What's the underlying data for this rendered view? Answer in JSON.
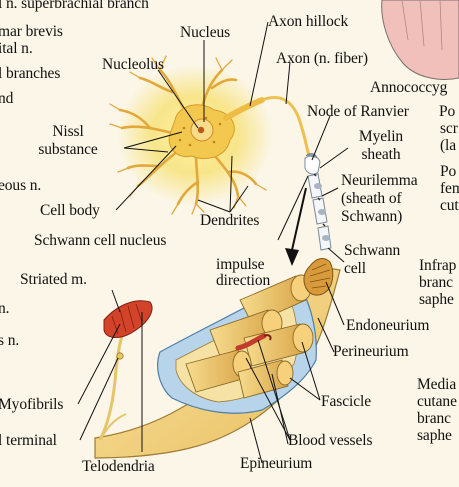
{
  "labels": {
    "superbrachial": "l n. superbrachial branch",
    "abductor_1": "mar brevis",
    "abductor_2": "ital n.",
    "branches": "l branches",
    "and_text": "nd",
    "nucleus": "Nucleus",
    "axon_hillock": "Axon hillock",
    "nucleolus": "Nucleolus",
    "axon": "Axon (n. fiber)",
    "annococcygeal": "Annococcyg",
    "node_ranvier": "Node of Ranvier",
    "posterior_scrotal_1": "Po",
    "posterior_scrotal_2": "scr",
    "posterior_scrotal_3": "(la",
    "nissl_1": "Nissl",
    "nissl_2": "substance",
    "myelin_1": "Myelin",
    "myelin_2": "sheath",
    "posterior_femoral_1": "Po",
    "posterior_femoral_2": "fem",
    "posterior_femoral_3": "cut",
    "neurilemma_1": "Neurilemma",
    "neurilemma_2": "(sheath of",
    "neurilemma_3": "Schwann)",
    "cutaneous": "eous n.",
    "cell_body": "Cell body",
    "dendrites": "Dendrites",
    "schwann_nucleus": "Schwann cell nucleus",
    "schwann_cell_1": "Schwann",
    "schwann_cell_2": "cell",
    "impulse_1": "impulse",
    "impulse_2": "direction",
    "infrapatellar_1": "Infrap",
    "infrapatellar_2": "branc",
    "infrapatellar_3": "saphe",
    "striated": "Striated m.",
    "left_n_dot": "n.",
    "left_s_n": "s n.",
    "endoneurium": "Endoneurium",
    "perineurium": "Perineurium",
    "myofibrils": "Myofibrils",
    "medial_1": "Media",
    "medial_2": "cutane",
    "medial_3": "branc",
    "medial_4": "saphe",
    "fascicle": "Fascicle",
    "axon_terminal": "l terminal",
    "blood_vessels": "Blood vessels",
    "telodendria": "Telodendria",
    "epineurium": "Epineurium"
  },
  "colors": {
    "background": "#fbf6e7",
    "neuron_glow": "#f7e27a",
    "neuron_body": "#f3c84e",
    "nerve_yellow": "#f1d37d",
    "perineurium_blue": "#9fc4e0",
    "muscle_red": "#d3432a",
    "vessel_red": "#c23b2c",
    "leader_line": "#111111",
    "hand_skin": "#f2c0ba"
  }
}
